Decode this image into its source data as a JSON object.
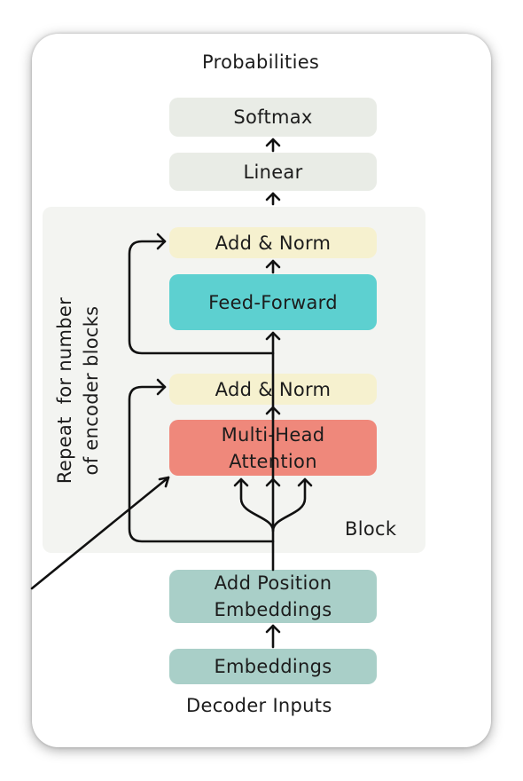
{
  "diagram": {
    "output_label": "Probabilities",
    "softmax_label": "Softmax",
    "linear_label": "Linear",
    "add_norm_top_label": "Add & Norm",
    "feed_forward_label": "Feed-Forward",
    "add_norm_bottom_label": "Add & Norm",
    "attention_line1": "Multi-Head",
    "attention_line2": "Attention",
    "block_label": "Block",
    "repeat_line1": "Repeat  for number",
    "repeat_line2": "of encoder blocks",
    "position_line1": "Add Position",
    "position_line2": "Embeddings",
    "embeddings_label": "Embeddings",
    "input_label": "Decoder Inputs"
  },
  "colors": {
    "output_boxes": "#e9ece6",
    "add_norm": "#f6f1cf",
    "feed_forward": "#5dd0d0",
    "attention": "#ef887b",
    "embedding_boxes": "#a9cfc8",
    "block_background": "#f3f4f1"
  }
}
